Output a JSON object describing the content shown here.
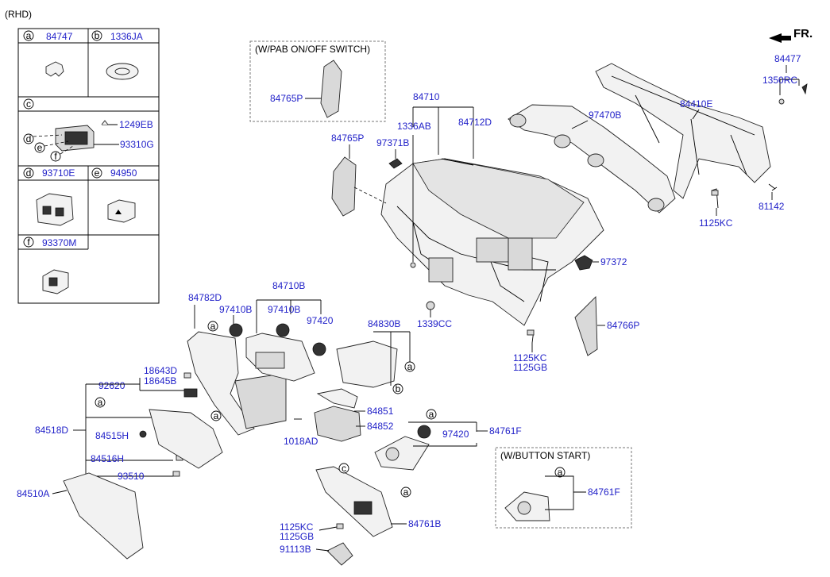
{
  "header": {
    "variant": "(RHD)",
    "front_label": "FR."
  },
  "legend": {
    "a": {
      "letter": "a",
      "part": "84747"
    },
    "b": {
      "letter": "b",
      "part": "1336JA"
    },
    "c": {
      "letter": "c",
      "part_top": "1249EB",
      "part_bottom": "93310G",
      "sub_d": "d",
      "sub_e": "e",
      "sub_f": "f"
    },
    "d": {
      "letter": "d",
      "part": "93710E"
    },
    "e": {
      "letter": "e",
      "part": "94950"
    },
    "f": {
      "letter": "f",
      "part": "93370M"
    }
  },
  "boxes": {
    "pab": {
      "title": "(W/PAB ON/OFF SWITCH)",
      "part": "84765P"
    },
    "button_start": {
      "title": "(W/BUTTON START)",
      "part": "84761F",
      "callout": "a"
    }
  },
  "labels": {
    "p84710": "84710",
    "p1336AB": "1336AB",
    "p84712D": "84712D",
    "p84765P": "84765P",
    "p97371B": "97371B",
    "p97470B": "97470B",
    "p84477": "84477",
    "p1350RC": "1350RC",
    "p84410E": "84410E",
    "p1125KC_a": "1125KC",
    "p81142": "81142",
    "p97372": "97372",
    "p84766P": "84766P",
    "p1339CC": "1339CC",
    "p1125KC_b": "1125KC",
    "p1125GB_b": "1125GB",
    "p84782D": "84782D",
    "p97410B_a": "97410B",
    "p84710B": "84710B",
    "p97410B_b": "97410B",
    "p97420_a": "97420",
    "p84830B": "84830B",
    "p18643D": "18643D",
    "p18645B": "18645B",
    "p92620": "92620",
    "p84518D": "84518D",
    "p84515H": "84515H",
    "p84516H": "84516H",
    "p93510": "93510",
    "p84510A": "84510A",
    "p84851": "84851",
    "p84852": "84852",
    "p1018AD": "1018AD",
    "p97420_b": "97420",
    "p84761F": "84761F",
    "p1125KC_c": "1125KC",
    "p1125GB_c": "1125GB",
    "p91113B": "91113B",
    "p84761B": "84761B"
  },
  "callouts": {
    "c_a1": "a",
    "c_a2": "a",
    "c_a3": "a",
    "c_a4": "a",
    "c_a5": "a",
    "c_a6": "a",
    "c_a7": "a",
    "c_b1": "b",
    "c_c1": "c"
  },
  "colors": {
    "part_number": "#1f1fc8",
    "line": "#000000"
  }
}
